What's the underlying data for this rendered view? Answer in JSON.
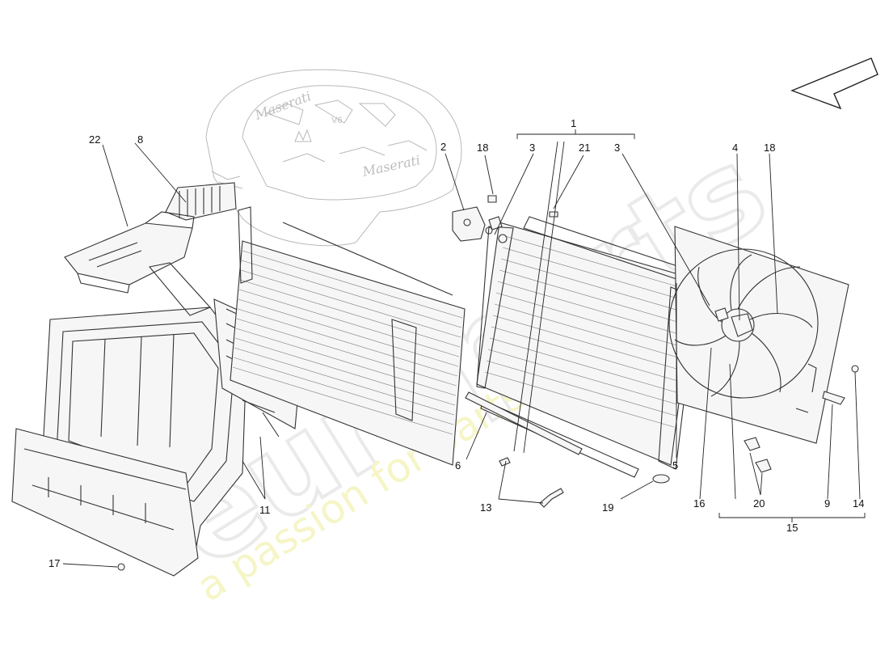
{
  "watermark": {
    "brand": "europarts",
    "tagline": "a passion for parts since 1985"
  },
  "engine_cover": {
    "logo_text": "Maserati",
    "badge_text": "V6"
  },
  "callouts": {
    "c1": "1",
    "c2": "2",
    "c3a": "3",
    "c3b": "3",
    "c4": "4",
    "c5": "5",
    "c6": "6",
    "c8": "8",
    "c9": "9",
    "c11": "11",
    "c13": "13",
    "c14": "14",
    "c15": "15",
    "c16": "16",
    "c17": "17",
    "c18a": "18",
    "c18b": "18",
    "c19": "19",
    "c20": "20",
    "c21": "21",
    "c22": "22"
  },
  "direction_arrow": {
    "icon": "direction-arrow-icon"
  }
}
